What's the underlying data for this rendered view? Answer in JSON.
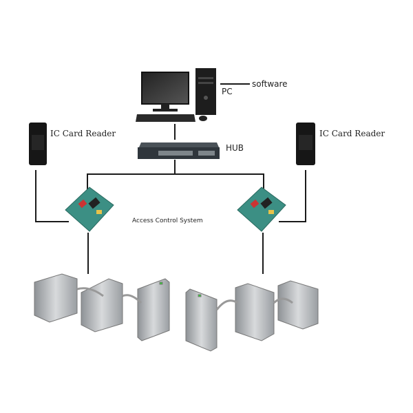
{
  "labels": {
    "software": "software",
    "pc": "PC",
    "hub": "HUB",
    "reader_left": "IC Card Reader",
    "reader_right": "IC Card Reader",
    "access_control": "Access  Control System"
  },
  "colors": {
    "line": "#1a1a1a",
    "steel": "#b9bcc0",
    "board": "#3c8f84",
    "reader": "#161616"
  }
}
